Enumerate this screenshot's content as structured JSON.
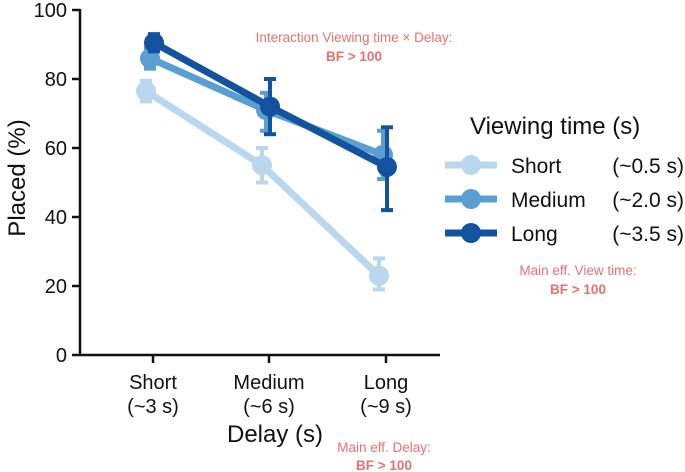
{
  "chart_data": {
    "type": "line",
    "xlabel": "Delay (s)",
    "ylabel": "Placed (%)",
    "ylim": [
      0,
      100
    ],
    "yticks": [
      0,
      20,
      40,
      60,
      80,
      100
    ],
    "categories": [
      {
        "line1": "Short",
        "line2": "(~3 s)"
      },
      {
        "line1": "Medium",
        "line2": "(~6 s)"
      },
      {
        "line1": "Long",
        "line2": "(~9 s)"
      }
    ],
    "legend": {
      "title": "Viewing time (s)",
      "placement": "right"
    },
    "series": [
      {
        "name": "Short",
        "detail": "(~0.5 s)",
        "color": "#b9d7ee",
        "values": [
          76.5,
          55,
          23
        ],
        "err_low": [
          73.5,
          50,
          19
        ],
        "err_high": [
          79.5,
          60,
          28
        ]
      },
      {
        "name": "Medium",
        "detail": "(~2.0 s)",
        "color": "#5b9fd2",
        "values": [
          86,
          71,
          58
        ],
        "err_low": [
          83,
          65,
          51
        ],
        "err_high": [
          89,
          76,
          65
        ]
      },
      {
        "name": "Long",
        "detail": "(~3.5 s)",
        "color": "#13529e",
        "values": [
          90.5,
          72,
          54.5
        ],
        "err_low": [
          88,
          64,
          42
        ],
        "err_high": [
          93,
          80,
          66
        ]
      }
    ],
    "annotations": [
      {
        "text": "Interaction Viewing time × Delay:",
        "bold": "BF > 100"
      },
      {
        "text": "Main eff. View time:",
        "bold": "BF > 100"
      },
      {
        "text": "Main eff. Delay:",
        "bold": "BF > 100"
      }
    ]
  }
}
